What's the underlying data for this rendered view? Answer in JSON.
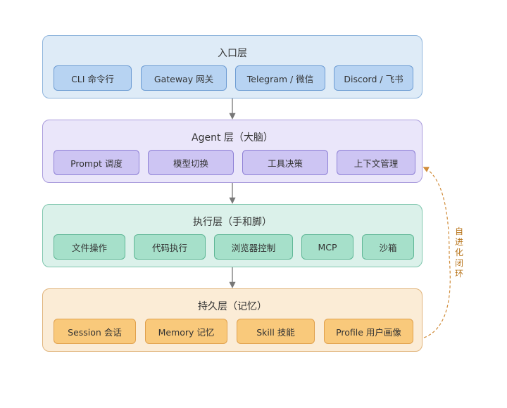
{
  "layers": [
    {
      "title": "入口层",
      "modules": [
        "CLI 命令行",
        "Gateway 网关",
        "Telegram / 微信",
        "Discord / 飞书"
      ]
    },
    {
      "title": "Agent 层（大脑）",
      "modules": [
        "Prompt 调度",
        "模型切换",
        "工具决策",
        "上下文管理"
      ]
    },
    {
      "title": "执行层（手和脚）",
      "modules": [
        "文件操作",
        "代码执行",
        "浏览器控制",
        "MCP",
        "沙箱"
      ]
    },
    {
      "title": "持久层（记忆）",
      "modules": [
        "Session 会话",
        "Memory 记忆",
        "Skill 技能",
        "Profile 用户画像"
      ]
    }
  ],
  "loop_label": "自进化闭环",
  "colors": {
    "arrow": "#777777",
    "loop": "#d08c3a"
  }
}
